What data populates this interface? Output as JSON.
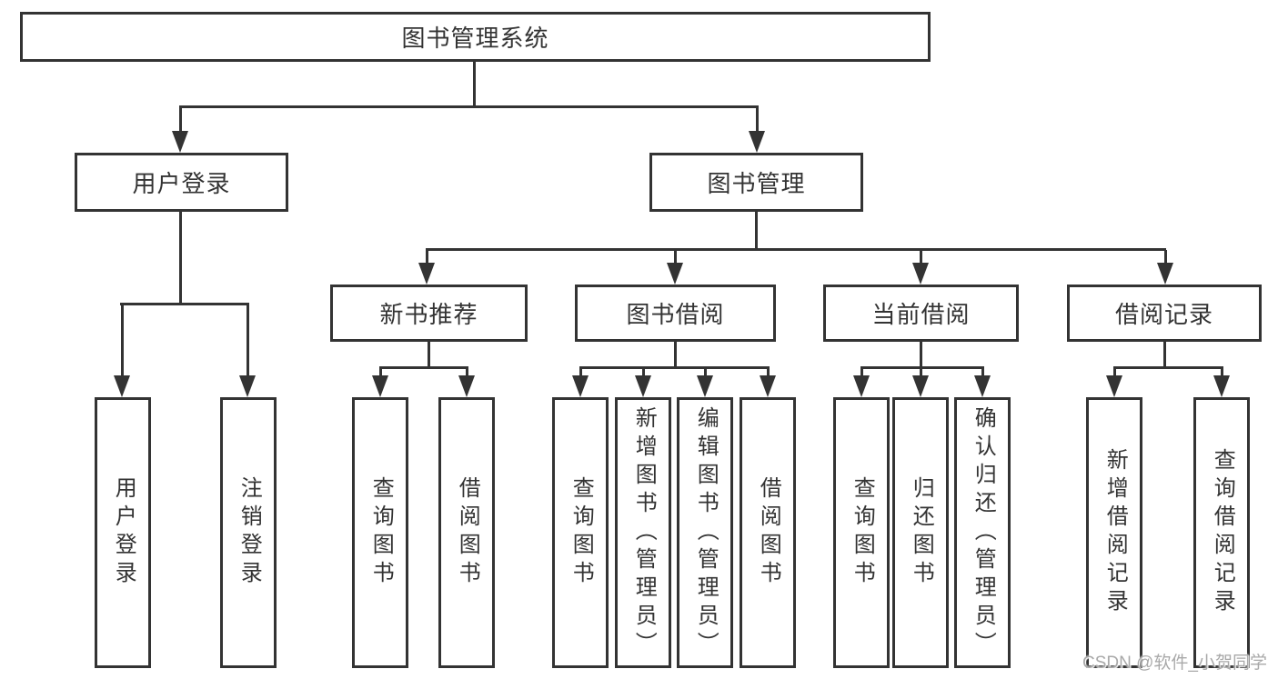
{
  "tree": {
    "label": "图书管理系统",
    "children": [
      {
        "label": "用户登录",
        "children": [
          {
            "label": "用户登录"
          },
          {
            "label": "注销登录"
          }
        ]
      },
      {
        "label": "图书管理",
        "children": [
          {
            "label": "新书推荐",
            "children": [
              {
                "label": "查询图书"
              },
              {
                "label": "借阅图书"
              }
            ]
          },
          {
            "label": "图书借阅",
            "children": [
              {
                "label": "查询图书"
              },
              {
                "label": "新增图书（管理员）"
              },
              {
                "label": "编辑图书（管理员）"
              },
              {
                "label": "借阅图书"
              }
            ]
          },
          {
            "label": "当前借阅",
            "children": [
              {
                "label": "查询图书"
              },
              {
                "label": "归还图书"
              },
              {
                "label": "确认归还（管理员）"
              }
            ]
          },
          {
            "label": "借阅记录",
            "children": [
              {
                "label": "新增借阅记录"
              },
              {
                "label": "查询借阅记录"
              }
            ]
          }
        ]
      }
    ]
  },
  "watermark": "CSDN @软件_小贺同学",
  "colors": {
    "line": "#333333",
    "text": "#333333",
    "watermark": "#a9a9a9",
    "background": "#ffffff"
  }
}
